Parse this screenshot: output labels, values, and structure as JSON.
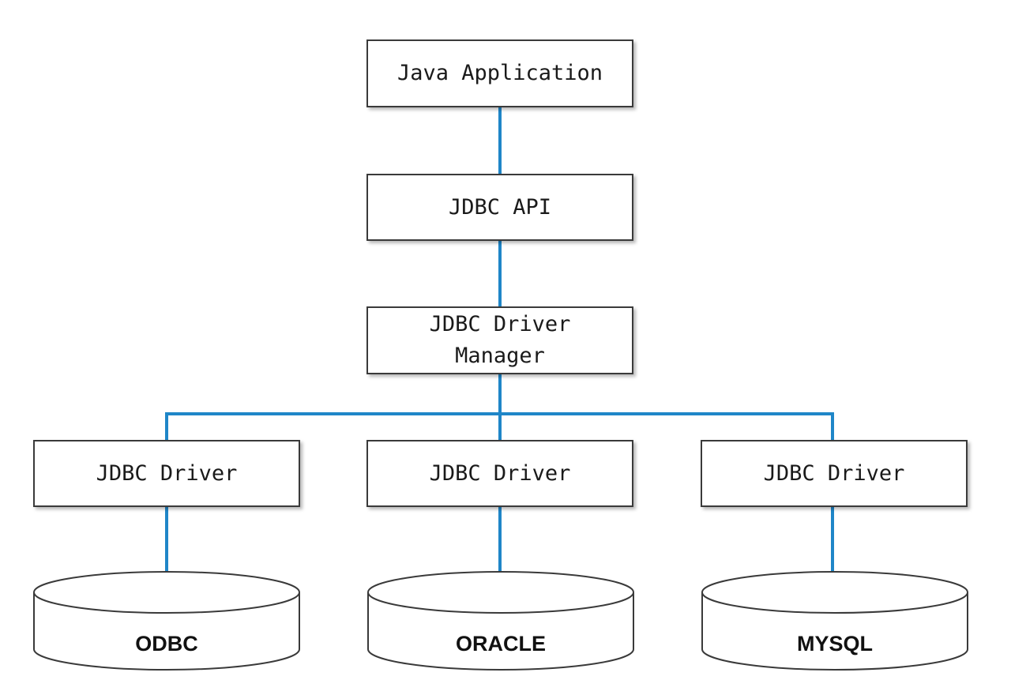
{
  "diagram": {
    "nodes": {
      "java_application": "Java Application",
      "jdbc_api": "JDBC API",
      "driver_manager": "JDBC Driver\nManager",
      "drivers": [
        "JDBC Driver",
        "JDBC Driver",
        "JDBC Driver"
      ],
      "databases": [
        "ODBC",
        "ORACLE",
        "MYSQL"
      ]
    },
    "edges": [
      [
        "java_application",
        "jdbc_api"
      ],
      [
        "jdbc_api",
        "driver_manager"
      ],
      [
        "driver_manager",
        "drivers.0"
      ],
      [
        "driver_manager",
        "drivers.1"
      ],
      [
        "driver_manager",
        "drivers.2"
      ],
      [
        "drivers.0",
        "databases.0"
      ],
      [
        "drivers.1",
        "databases.1"
      ],
      [
        "drivers.2",
        "databases.2"
      ]
    ],
    "colors": {
      "connector": "#1f86c8",
      "box_border": "#3a3a3a",
      "text": "#1a1a1a"
    }
  }
}
